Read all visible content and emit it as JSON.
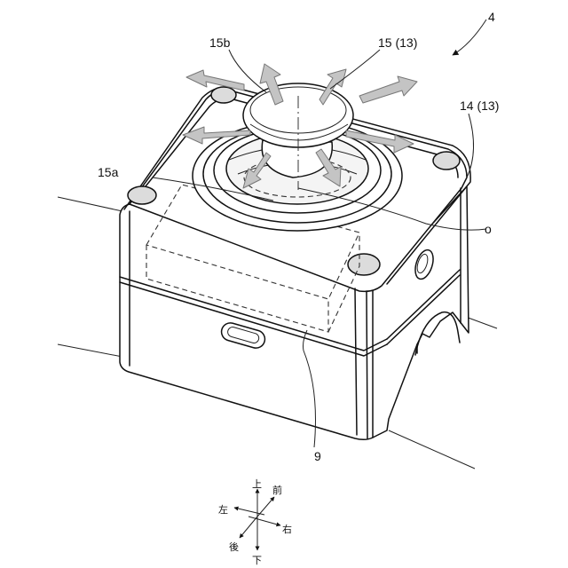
{
  "figure_number": "4",
  "labels": {
    "label_15b": "15b",
    "label_15_13": "15 (13)",
    "label_14_13": "14 (13)",
    "label_15a": "15a",
    "label_9": "9",
    "label_o": "o"
  },
  "directions": {
    "up": "上",
    "front": "前",
    "left": "左",
    "right": "右",
    "back": "後",
    "down": "下"
  },
  "icons": [
    "direction-compass-icon",
    "outward-arrow-icon"
  ]
}
